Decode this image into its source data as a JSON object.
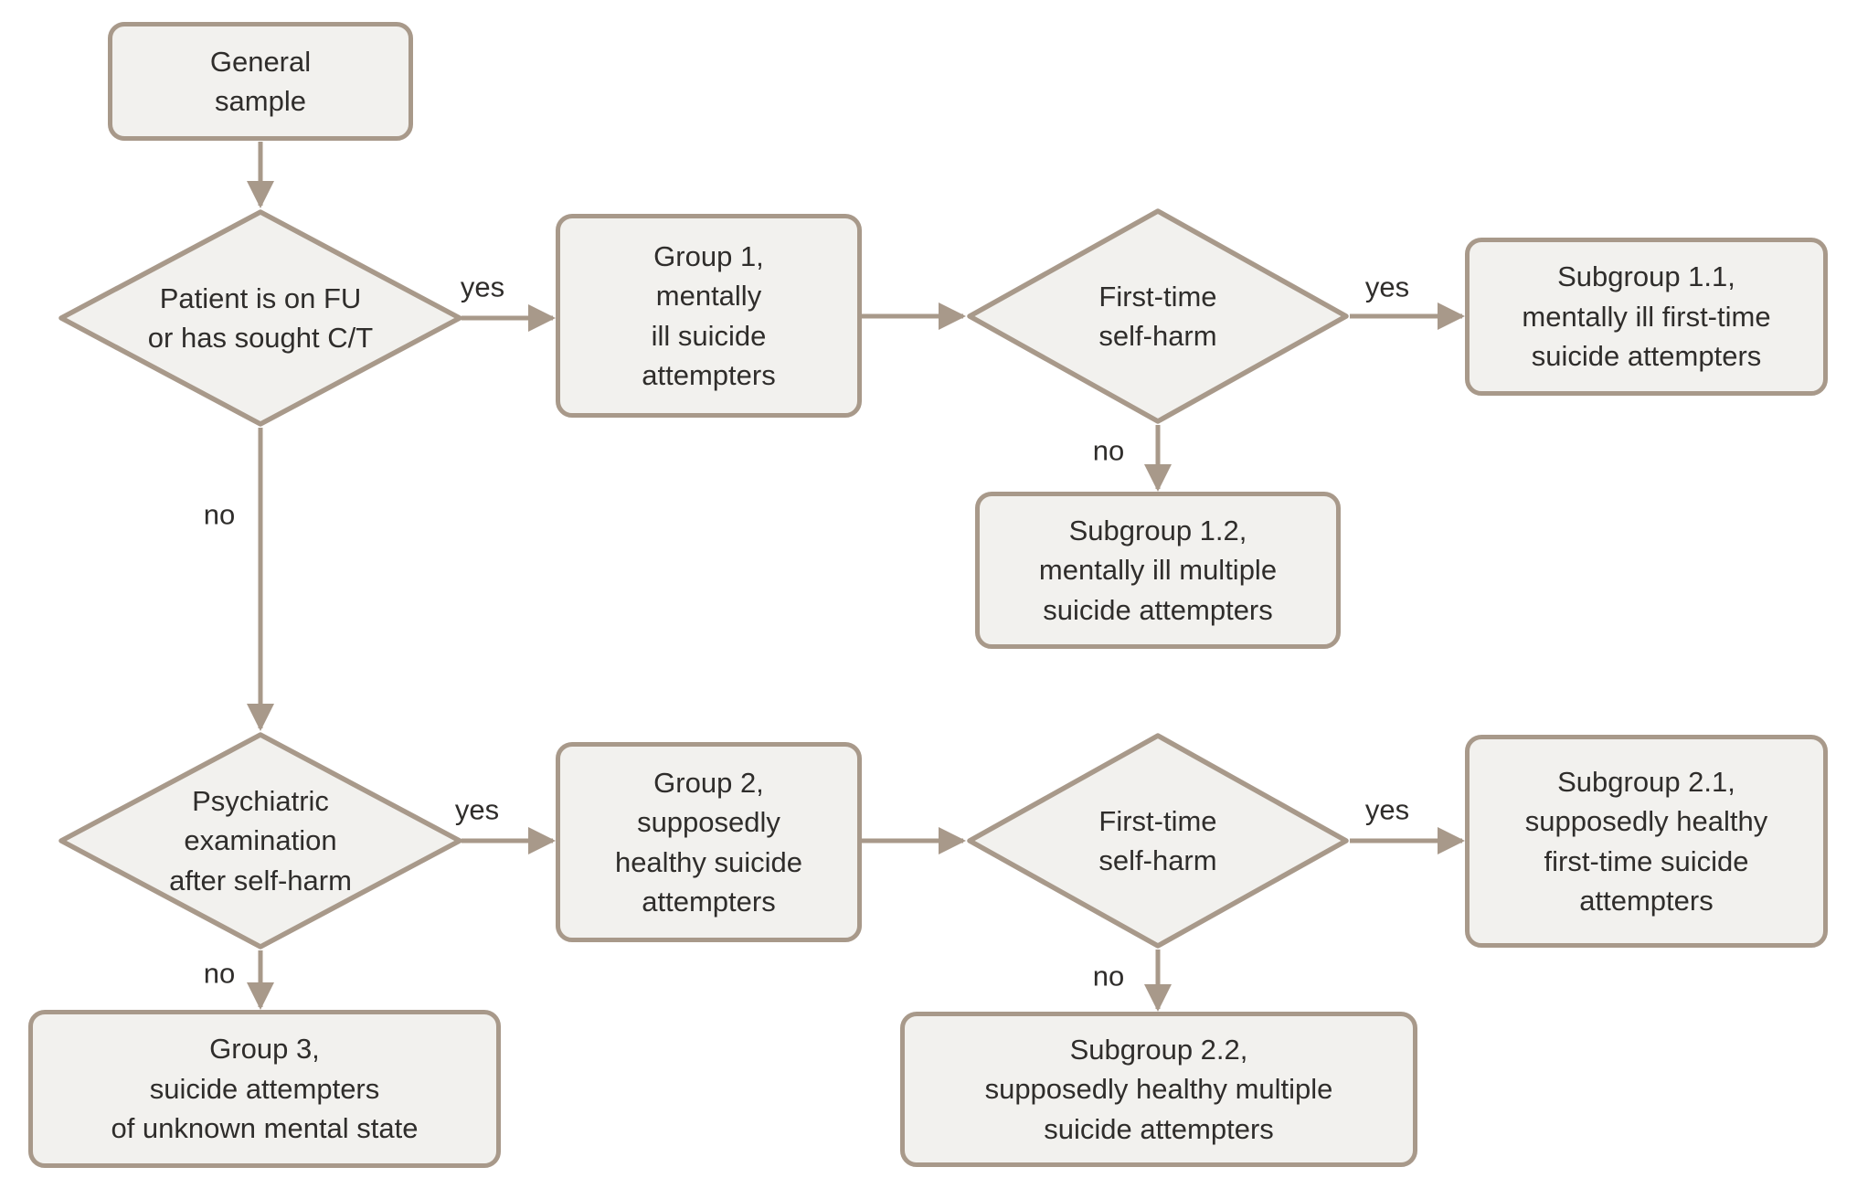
{
  "colors": {
    "background": "#ffffff",
    "node_fill": "#f2f1ee",
    "node_border": "#a8998a",
    "edge": "#a8998a",
    "text": "#2f2d2b"
  },
  "nodes": {
    "general_sample": {
      "label": "General\nsample"
    },
    "decision_followup": {
      "label": "Patient is on FU\nor has sought C/T"
    },
    "group1": {
      "label": "Group 1,\nmentally\nill suicide\nattempters"
    },
    "decision_first_time_top": {
      "label": "First-time\nself-harm"
    },
    "subgroup11": {
      "label": "Subgroup 1.1,\nmentally ill first-time\nsuicide attempters"
    },
    "subgroup12": {
      "label": "Subgroup 1.2,\nmentally ill multiple\nsuicide attempters"
    },
    "decision_psych_exam": {
      "label": "Psychiatric\nexamination\nafter self-harm"
    },
    "group2": {
      "label": "Group 2,\nsupposedly\nhealthy suicide\nattempters"
    },
    "decision_first_time_bottom": {
      "label": "First-time\nself-harm"
    },
    "subgroup21": {
      "label": "Subgroup 2.1,\nsupposedly healthy\nfirst-time suicide\nattempters"
    },
    "subgroup22": {
      "label": "Subgroup 2.2,\nsupposedly healthy multiple\nsuicide attempters"
    },
    "group3": {
      "label": "Group 3,\nsuicide attempters\nof unknown mental state"
    }
  },
  "edge_labels": {
    "followup_yes": "yes",
    "followup_no": "no",
    "first_time_top_yes": "yes",
    "first_time_top_no": "no",
    "psych_exam_yes": "yes",
    "psych_exam_no": "no",
    "first_time_bottom_yes": "yes",
    "first_time_bottom_no": "no"
  }
}
